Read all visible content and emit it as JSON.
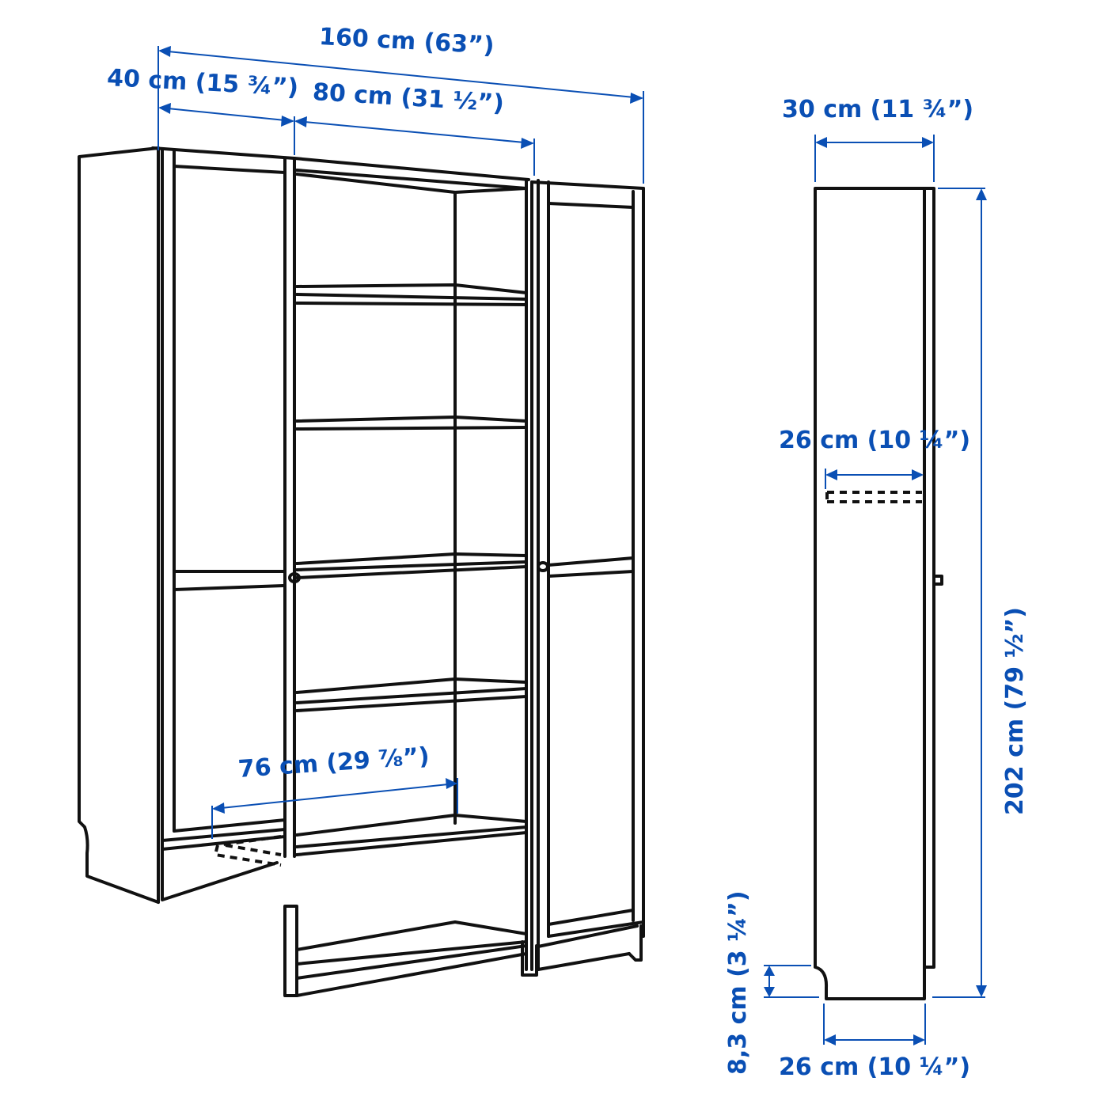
{
  "diagram": {
    "subject": "Bookcase combination with glass doors – dimension drawing",
    "accent_color": "#0a4fb4",
    "line_color": "#111111",
    "front_view": {
      "total_width": "160 cm (63”)",
      "side_unit_width": "40 cm (15 ¾”)",
      "middle_unit_width": "80 cm (31 ½”)",
      "shelf_width": "76 cm (29 ⅞”)",
      "shelf_count_middle": 6,
      "doors": 2
    },
    "side_view": {
      "depth": "30 cm (11 ¾”)",
      "shelf_depth": "26 cm (10 ¼”)",
      "height": "202 cm (79 ½”)",
      "plinth_height": "8,3 cm (3 ¼”)",
      "base_depth": "26 cm (10 ¼”)"
    }
  }
}
